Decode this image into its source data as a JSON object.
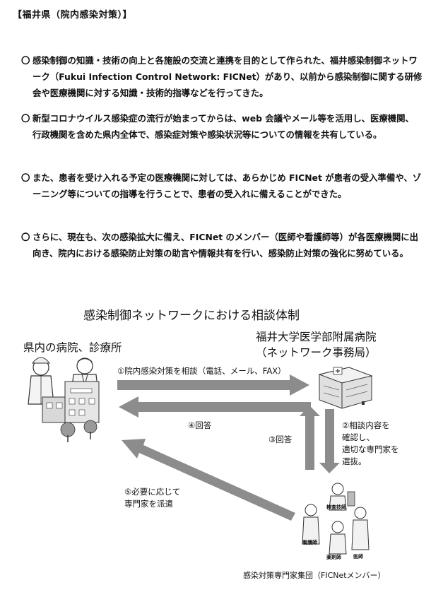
{
  "header": "【福井県（院内感染対策）】",
  "bullet_symbol": "〇",
  "paragraphs": [
    "感染制御の知識・技術の向上と各施設の交流と連携を目的として作られた、福井感染制御ネットワーク（Fukui Infection Control Network: FICNet）があり、以前から感染制御に関する研修会や医療機関に対する知識・技術的指導などを行ってきた。",
    "新型コロナウイルス感染症の流行が始まってからは、web 会議やメール等を活用し、医療機関、行政機関を含めた県内全体で、感染症対策や感染状況等についての情報を共有している。",
    "また、患者を受け入れる予定の医療機関に対しては、あらかじめ FICNet が患者の受入準備や、ゾーニング等についての指導を行うことで、患者の受入れに備えることができた。",
    "さらに、現在も、次の感染拡大に備え、FICNet のメンバー（医師や看護師等）が各医療機関に出向き、院内における感染防止対策の助言や情報共有を行い、感染防止対策の強化に努めている。"
  ],
  "diagram": {
    "title": "感染制御ネットワークにおける相談体制",
    "left_label": "県内の病院、診療所",
    "right_label_line1": "福井大学医学部附属病院",
    "right_label_line2": "（ネットワーク事務局）",
    "arrow1": "①院内感染対策を相談（電話、メール、FAX）",
    "arrow2_line1": "②相談内容を",
    "arrow2_line2": "確認し、",
    "arrow2_line3": "適切な専門家を",
    "arrow2_line4": "選抜。",
    "arrow3": "③回答",
    "arrow4": "④回答",
    "arrow5_line1": "⑤必要に応じて",
    "arrow5_line2": "専門家を派遣",
    "group_caption": "感染対策専門家集団（FICNetメンバー）",
    "tag_lab": "検査技師",
    "tag_nurse": "看護師",
    "tag_pharm": "薬剤師",
    "tag_doctor": "医師"
  }
}
